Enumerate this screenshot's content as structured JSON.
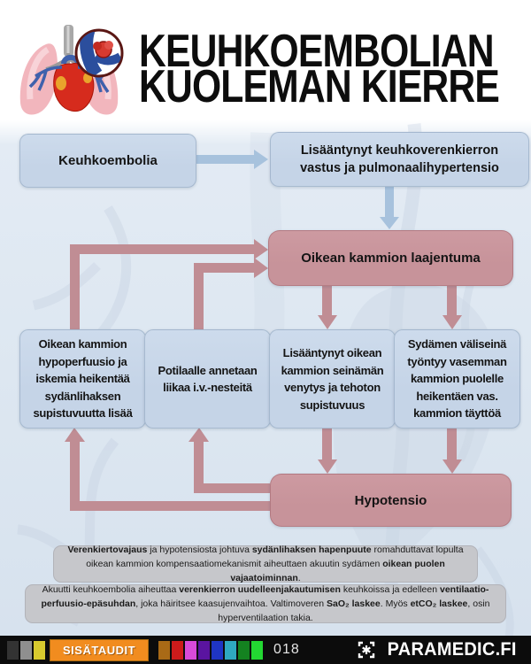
{
  "header": {
    "title_line1": "KEUHKOEMBOLIAN",
    "title_line2": "KUOLEMAN KIERRE"
  },
  "flowchart": {
    "boxes": {
      "keuhkoembolia": {
        "label": "Keuhkoembolia"
      },
      "vastus": {
        "label": "Lisääntynyt keuhkoverenkierron vastus ja pulmonaalihypertensio"
      },
      "laajentuma": {
        "label": "Oikean kammion laajentuma"
      },
      "hypoperfuusio": {
        "label": "Oikean kammion hypoperfuusio ja iskemia heikentää sydänlihaksen supistuvuutta lisää"
      },
      "nesteet": {
        "label": "Potilaalle annetaan liikaa i.v.-nesteitä"
      },
      "venytys": {
        "label": "Lisääntynyt oikean kammion seinämän venytys ja tehoton supistuvuus"
      },
      "valiseina": {
        "label": "Sydämen väliseinä työntyy vasemman kammion puolelle heikentäen vas. kammion täyttöä"
      },
      "hypotensio": {
        "label": "Hypotensio"
      }
    }
  },
  "notes": [
    {
      "segments": [
        {
          "text": "Verenkiertovajaus",
          "bold": true
        },
        {
          "text": " ja hypotensiosta johtuva ",
          "bold": false
        },
        {
          "text": "sydänlihaksen hapenpuute",
          "bold": true
        },
        {
          "text": " romahduttavat lopulta oikean kammion kompensaatiomekanismit aiheuttaen akuutin sydämen ",
          "bold": false
        },
        {
          "text": "oikean puolen vajaatoiminnan",
          "bold": true
        },
        {
          "text": ".",
          "bold": false
        }
      ]
    },
    {
      "segments": [
        {
          "text": "Akuutti keuhkoembolia aiheuttaa ",
          "bold": false
        },
        {
          "text": "verenkierron uudelleenjakautumisen",
          "bold": true
        },
        {
          "text": " keuhkoissa ja edelleen ",
          "bold": false
        },
        {
          "text": "ventilaatio-perfuusio-epäsuhdan",
          "bold": true
        },
        {
          "text": ", joka häiritsee kaasujenvaihtoa. Valtimoveren ",
          "bold": false
        },
        {
          "text": "SaO₂ laskee",
          "bold": true
        },
        {
          "text": ". Myös ",
          "bold": false
        },
        {
          "text": "etCO₂ laskee",
          "bold": true
        },
        {
          "text": ", osin hyperventilaation takia.",
          "bold": false
        }
      ]
    }
  ],
  "footer": {
    "category": "SISÄTAUDIT",
    "number": "018",
    "brand": "PARAMEDIC.FI",
    "chips_left": [
      "#333333",
      "#8f8f8f",
      "#d8ca2e"
    ],
    "chips_right": [
      "#a96a16",
      "#cc1b1b",
      "#d94ad9",
      "#5a14a0",
      "#1f35c4",
      "#2fa9c0",
      "#148220",
      "#23d832"
    ]
  },
  "colors": {
    "box-blue": "#c5d4e7",
    "box-red": "#c7939a",
    "arrow-blue": "#a7c2dd",
    "arrow-red": "#c08d94",
    "note-gray": "#c6c7cb",
    "footer-bg": "#0c0c0c",
    "accent-orange": "#f18c1f"
  }
}
